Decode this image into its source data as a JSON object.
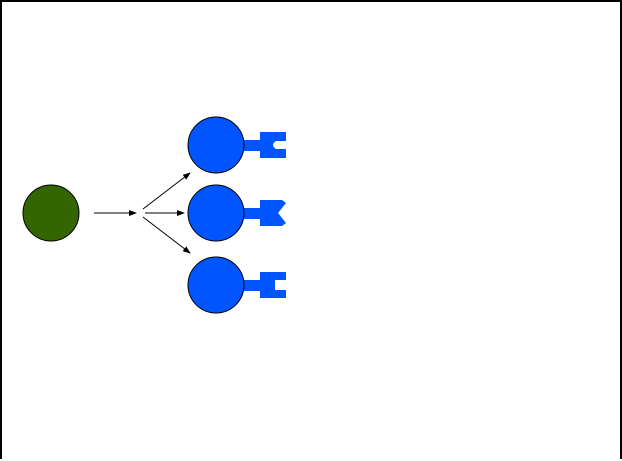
{
  "diagram": {
    "background": "#ffffff",
    "frame_color": "#000000",
    "source_cell": {
      "fill": "#336600",
      "stroke": "#000000"
    },
    "arrow_color": "#000000",
    "receptor_cells": {
      "fill": "#0055ff",
      "stroke": "#000000",
      "items": [
        {
          "receptor_shape": "cup"
        },
        {
          "receptor_shape": "notch"
        },
        {
          "receptor_shape": "square"
        }
      ]
    }
  }
}
